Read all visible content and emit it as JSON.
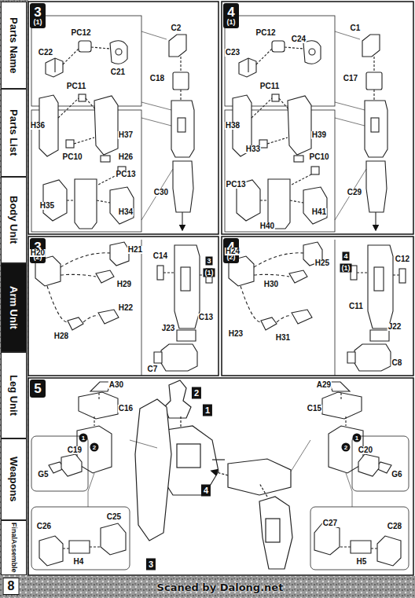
{
  "diagram": {
    "nodes": [
      {
        "text": [
          "Parts Name"
        ]
      },
      {
        "text": [
          "Parts List"
        ]
      },
      {
        "text": [
          "Body Unit"
        ]
      },
      {
        "text": [
          "Arm Unit"
        ]
      },
      {
        "text": [
          "Leg Unit"
        ]
      },
      {
        "text": [
          "Weapons"
        ]
      },
      {
        "text": [
          "FinalAssemble"
        ]
      },
      {
        "text": [
          "3",
          "(1)"
        ]
      },
      {
        "text": [
          "4",
          "(1)"
        ]
      },
      {
        "text": [
          "3",
          "(2)"
        ]
      },
      {
        "text": [
          "4",
          "(2)"
        ]
      },
      {
        "text": [
          "5"
        ]
      }
    ],
    "labels": [
      "PC12",
      "C22",
      "C21",
      "C2",
      "C18",
      "C30",
      "PC11",
      "H37",
      "H36",
      "PC10",
      "H26",
      "PC13",
      "H35",
      "H34",
      "PC12",
      "C23",
      "C24",
      "C1",
      "C17",
      "C29",
      "PC11",
      "H38",
      "H39",
      "PC10",
      "H33",
      "PC13",
      "H41",
      "H40",
      "H21",
      "H20",
      "H29",
      "H22",
      "H28",
      "C14",
      "3",
      "(1)",
      "C13",
      "J23",
      "C7",
      "H24",
      "H25",
      "H30",
      "H23",
      "H31",
      "4",
      "(1)",
      "C12",
      "C11",
      "J22",
      "C8",
      "A30",
      "C16",
      "1",
      "2",
      "C19",
      "G5",
      "C26",
      "C25",
      "H4",
      "2",
      "1",
      "3",
      "4",
      "A29",
      "C15",
      "1",
      "2",
      "C20",
      "G6",
      "C27",
      "C28",
      "H5",
      "8",
      "Scaned by Dalong.net"
    ]
  }
}
